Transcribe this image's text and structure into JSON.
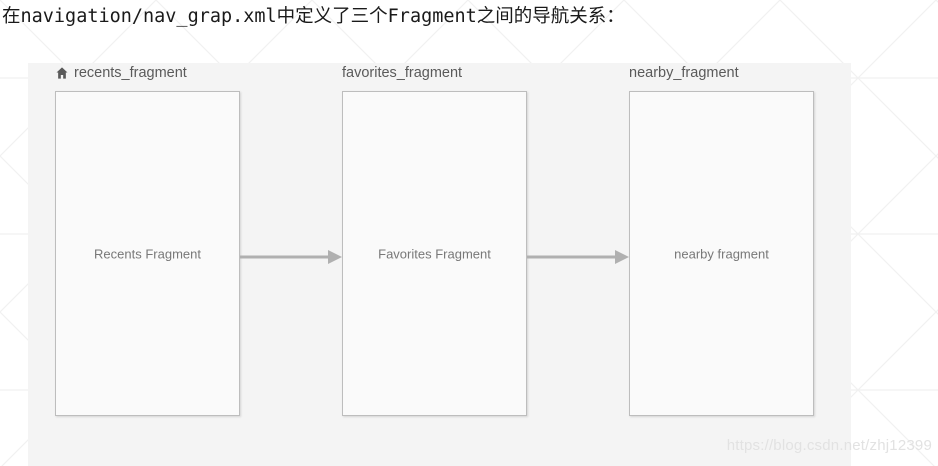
{
  "caption": {
    "text": "在navigation/nav_grap.xml中定义了三个Fragment之间的导航关系："
  },
  "nav_graph": {
    "destinations": [
      {
        "id": "recents_fragment",
        "label": "recents_fragment",
        "title": "Recents Fragment",
        "is_start_destination": true,
        "start_icon": "home-icon"
      },
      {
        "id": "favorites_fragment",
        "label": "favorites_fragment",
        "title": "Favorites Fragment",
        "is_start_destination": false,
        "start_icon": ""
      },
      {
        "id": "nearby_fragment",
        "label": "nearby_fragment",
        "title": "nearby fragment",
        "is_start_destination": false,
        "start_icon": ""
      }
    ],
    "connections": [
      {
        "from": "recents_fragment",
        "to": "favorites_fragment",
        "icon": "arrow-right-icon"
      },
      {
        "from": "favorites_fragment",
        "to": "nearby_fragment",
        "icon": "arrow-right-icon"
      }
    ],
    "colors": {
      "panel_background": "#f4f4f4",
      "box_background": "#fafafa",
      "box_border": "#bdbdbd",
      "label_text": "#5a5a5a",
      "title_text": "#787878",
      "arrow": "#b0b0b0"
    }
  },
  "watermark": {
    "text": "https://blog.csdn.net/zhj12399"
  }
}
